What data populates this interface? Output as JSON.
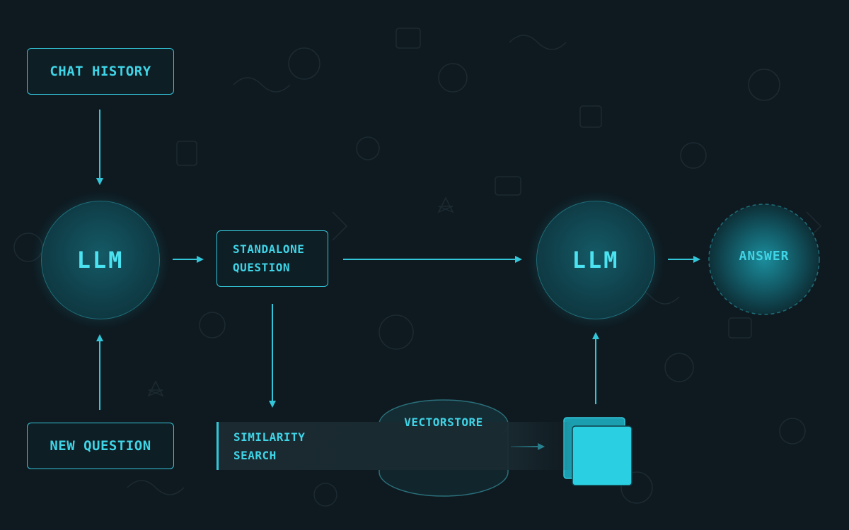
{
  "nodes": {
    "chat_history": "CHAT HISTORY",
    "new_question": "NEW QUESTION",
    "llm_left": "LLM",
    "standalone_question": [
      "STANDALONE",
      "QUESTION"
    ],
    "similarity_search": [
      "SIMILARITY",
      "SEARCH"
    ],
    "vectorstore": "VECTORSTORE",
    "llm_right": "LLM",
    "answer": "ANSWER"
  },
  "colors": {
    "background": "#0f1a20",
    "accent": "#33c6d9",
    "text": "#3fd4e6"
  }
}
